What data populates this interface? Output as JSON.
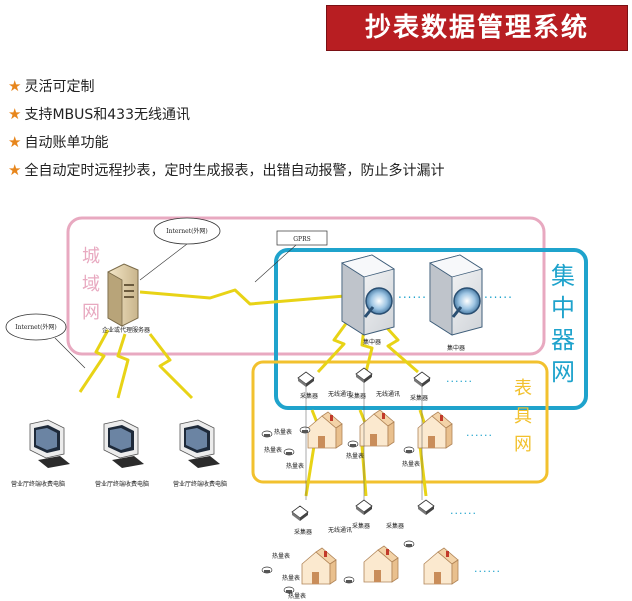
{
  "banner": {
    "title": "抄表数据管理系统",
    "color": "#b81e22"
  },
  "features": [
    {
      "icon": "star-icon",
      "text": "灵活可定制"
    },
    {
      "icon": "star-icon",
      "text": "支持MBUS和433无线通讯"
    },
    {
      "icon": "star-icon",
      "text": "自动账单功能"
    },
    {
      "icon": "star-icon",
      "text": "全自动定时远程抄表，定时生成报表，出错自动报警，防止多计漏计"
    }
  ],
  "diagram": {
    "zones": {
      "city": {
        "label": [
          "城",
          "域",
          "网"
        ],
        "color": "#e8a9c0"
      },
      "concentrator": {
        "label": [
          "集",
          "中",
          "器",
          "网"
        ],
        "color": "#1fa3cc"
      },
      "meter": {
        "label": [
          "表",
          "具",
          "网"
        ],
        "color": "#f2c12e"
      }
    },
    "server_label": "企业或代理服务器",
    "internet_top": "Internet(外网)",
    "internet_left": "Internet(外网)",
    "gprs": "GPRS",
    "concentrator_labels": [
      "集中器",
      "集中器"
    ],
    "terminal_label": "营业厅终端收费电脑",
    "collector_label": "采集器",
    "wireless_label": "无线通讯",
    "meter_label": "热量表",
    "dots": "......"
  }
}
